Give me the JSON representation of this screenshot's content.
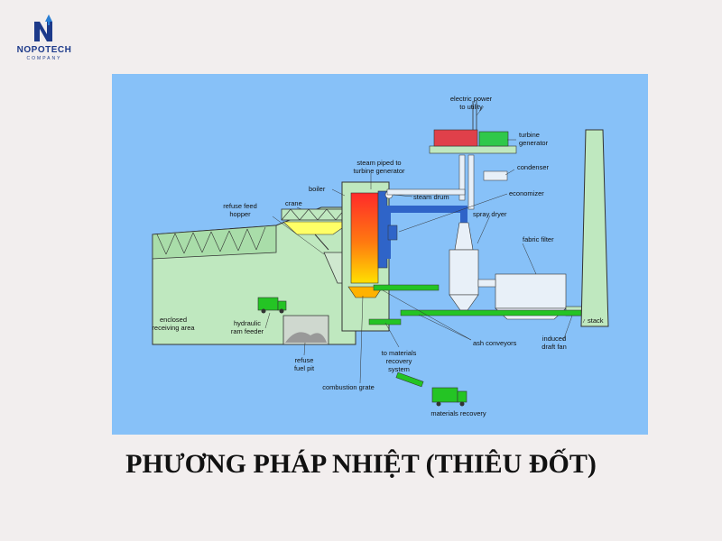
{
  "brand": {
    "name": "NOPOTECH",
    "tagline": "COMPANY"
  },
  "caption": "PHƯƠNG PHÁP NHIỆT (THIÊU ĐỐT)",
  "labels": {
    "electric_power": "electric power",
    "to_utility": "to utility",
    "turbine": "turbine",
    "generator": "generator",
    "condenser": "condenser",
    "steam_piped": "steam piped to",
    "turbine_generator": "turbine generator",
    "boiler": "boiler",
    "steam_drum": "steam drum",
    "economizer": "economizer",
    "crane": "crane",
    "refuse_feed": "refuse feed",
    "hopper": "hopper",
    "spray_dryer": "spray dryer",
    "fabric_filter": "fabric filter",
    "enclosed": "enclosed",
    "receiving_area": "receiving area",
    "hydraulic": "hydraulic",
    "ram_feeder": "ram feeder",
    "stack": "stack",
    "induced": "induced",
    "draft_fan": "draft fan",
    "ash_conveyors": "ash conveyors",
    "to_materials": "to materials",
    "recovery": "recovery",
    "system": "system",
    "refuse": "refuse",
    "fuel_pit": "fuel pit",
    "combustion_grate": "combustion grate",
    "materials_recovery": "materials recovery"
  }
}
